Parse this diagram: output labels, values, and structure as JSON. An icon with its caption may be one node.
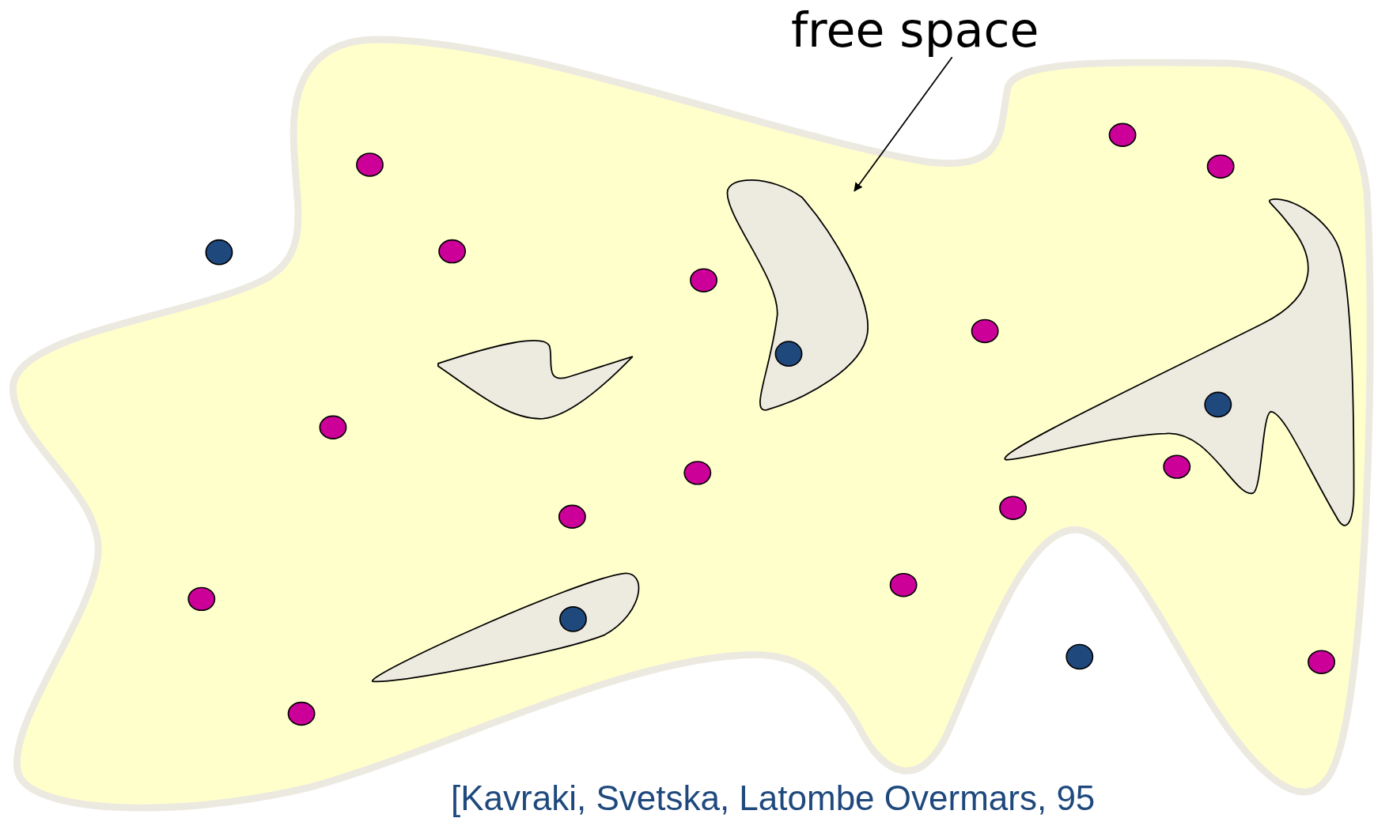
{
  "diagram": {
    "nodes": [
      {
        "text": [
          "free space"
        ]
      },
      {
        "text": [],
        "shape": "blob"
      }
    ],
    "edges": [
      {
        "from": 0,
        "to": 1,
        "arrow": "to"
      }
    ],
    "labels": [
      "[Kavraki, Svetska, Latombe Overmars, 95"
    ]
  }
}
